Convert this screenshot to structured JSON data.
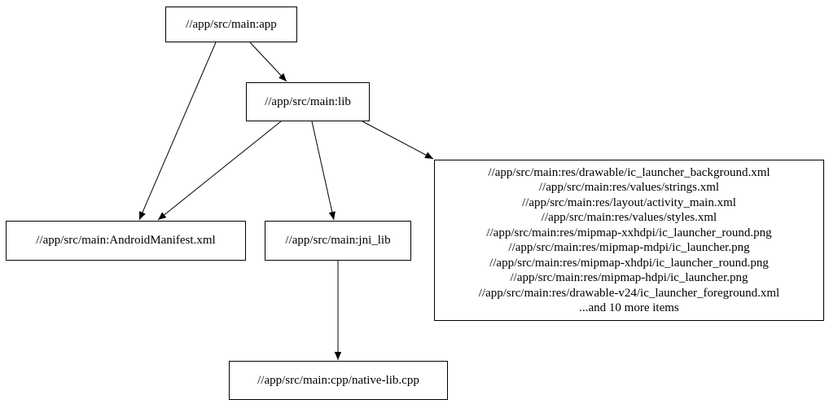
{
  "diagram": {
    "type": "dependency-graph",
    "background_color": "#ffffff",
    "node_border_color": "#000000",
    "edge_color": "#000000",
    "text_color": "#000000",
    "nodes": {
      "app": {
        "label": "//app/src/main:app"
      },
      "lib": {
        "label": "//app/src/main:lib"
      },
      "manifest": {
        "label": "//app/src/main:AndroidManifest.xml"
      },
      "jni_lib": {
        "label": "//app/src/main:jni_lib"
      },
      "resources": {
        "lines": [
          "//app/src/main:res/drawable/ic_launcher_background.xml",
          "//app/src/main:res/values/strings.xml",
          "//app/src/main:res/layout/activity_main.xml",
          "//app/src/main:res/values/styles.xml",
          "//app/src/main:res/mipmap-xxhdpi/ic_launcher_round.png",
          "//app/src/main:res/mipmap-mdpi/ic_launcher.png",
          "//app/src/main:res/mipmap-xhdpi/ic_launcher_round.png",
          "//app/src/main:res/mipmap-hdpi/ic_launcher.png",
          "//app/src/main:res/drawable-v24/ic_launcher_foreground.xml",
          "...and 10 more items"
        ]
      },
      "native_lib": {
        "label": "//app/src/main:cpp/native-lib.cpp"
      }
    },
    "edges": [
      {
        "from": "app",
        "to": "lib"
      },
      {
        "from": "app",
        "to": "manifest"
      },
      {
        "from": "lib",
        "to": "manifest"
      },
      {
        "from": "lib",
        "to": "jni_lib"
      },
      {
        "from": "lib",
        "to": "resources"
      },
      {
        "from": "jni_lib",
        "to": "native_lib"
      }
    ]
  }
}
